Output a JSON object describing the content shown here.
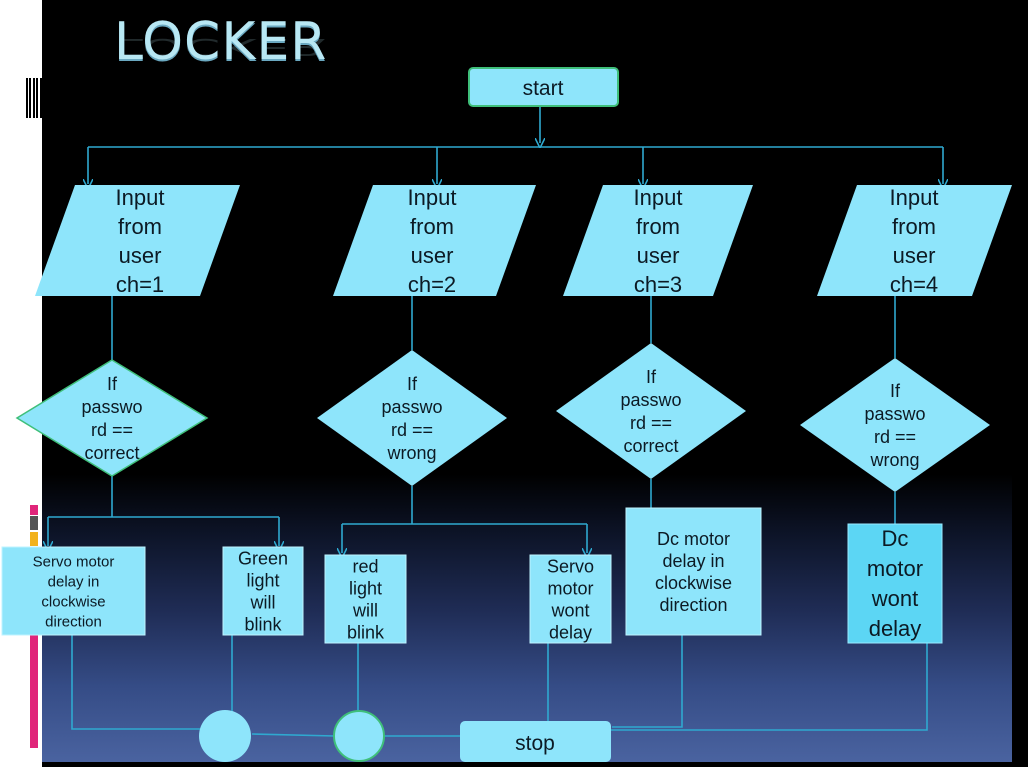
{
  "title": "LOCKER",
  "colors": {
    "node_fill": "#8ee5fb",
    "node_stroke": "#2a8fb0",
    "connector": "#2fa9d0",
    "background": "#000000"
  },
  "nodes": {
    "start": "start",
    "inputs": [
      {
        "lines": [
          "Input",
          "from",
          "user",
          "ch=1"
        ]
      },
      {
        "lines": [
          "Input",
          "from",
          "user",
          "ch=2"
        ]
      },
      {
        "lines": [
          "Input",
          "from",
          "user",
          "ch=3"
        ]
      },
      {
        "lines": [
          "Input",
          "from",
          "user",
          "ch=4"
        ]
      }
    ],
    "decisions": [
      {
        "lines": [
          "If",
          "passwo",
          "rd ==",
          "correct"
        ]
      },
      {
        "lines": [
          "If",
          "passwo",
          "rd ==",
          "wrong"
        ]
      },
      {
        "lines": [
          "If",
          "passwo",
          "rd ==",
          "correct"
        ]
      },
      {
        "lines": [
          "If",
          "passwo",
          "rd ==",
          "wrong"
        ]
      }
    ],
    "actions": [
      {
        "lines": [
          "Servo motor",
          "delay in",
          "clockwise",
          "direction"
        ]
      },
      {
        "lines": [
          "Green",
          "light",
          "will",
          "blink"
        ]
      },
      {
        "lines": [
          "red",
          "light",
          "will",
          "blink"
        ]
      },
      {
        "lines": [
          "Servo",
          "motor",
          "wont",
          "delay"
        ]
      },
      {
        "lines": [
          "Dc motor",
          "delay in",
          "clockwise",
          "direction"
        ]
      },
      {
        "lines": [
          "Dc",
          "motor",
          "wont",
          "delay"
        ]
      }
    ],
    "stop": "stop"
  }
}
